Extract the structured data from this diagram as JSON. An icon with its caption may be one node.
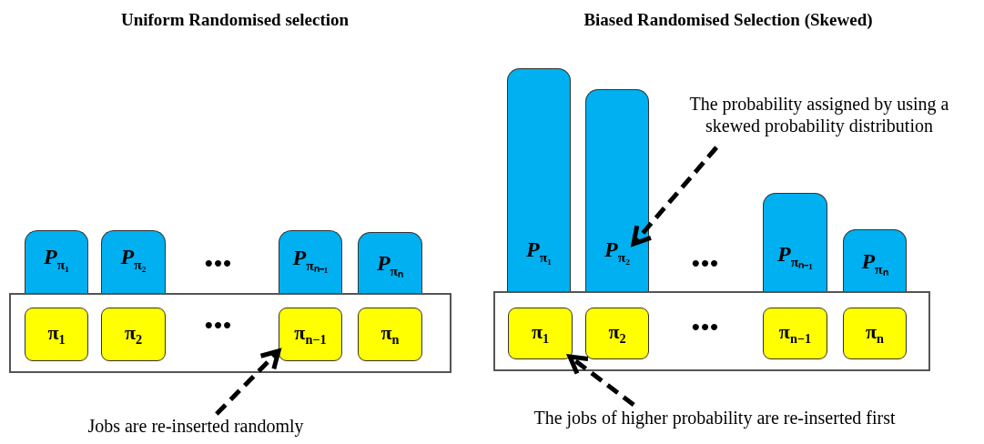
{
  "diagram": {
    "nodes": [
      {
        "text": [],
        "shape": "box"
      },
      {
        "text": [
          "π$_{1}$"
        ],
        "in": 0
      },
      {
        "text": [
          "π$_{2}$"
        ],
        "in": 0
      },
      {
        "text": [
          "π$_{n−1}$"
        ],
        "in": 0
      },
      {
        "text": [
          "π$_{n}$"
        ],
        "in": 0
      },
      {
        "text": [
          "*P*$_{π₁}$"
        ]
      },
      {
        "text": [
          "*P*$_{π₂}$"
        ]
      },
      {
        "text": [
          "*P*$_{πₙ₋₁}$"
        ]
      },
      {
        "text": [
          "*P*$_{πₙ}$"
        ]
      },
      {
        "text": [
          "Jobs are re-inserted randomly"
        ]
      },
      {
        "text": [],
        "shape": "box"
      },
      {
        "text": [
          "π$_{1}$"
        ],
        "in": 10
      },
      {
        "text": [
          "π$_{2}$"
        ],
        "in": 10
      },
      {
        "text": [
          "π$_{n−1}$"
        ],
        "in": 10
      },
      {
        "text": [
          "π$_{n}$"
        ],
        "in": 10
      },
      {
        "text": [
          "*P*$_{π₁}$"
        ]
      },
      {
        "text": [
          "*P*$_{π₂}$"
        ]
      },
      {
        "text": [
          "*P*$_{πₙ₋₁}$"
        ]
      },
      {
        "text": [
          "*P*$_{πₙ}$"
        ]
      },
      {
        "text": [
          "The probability assigned by using a skewed probability distribution"
        ]
      },
      {
        "text": [
          "The jobs of higher probability are re-inserted first"
        ]
      }
    ],
    "edges": [
      {
        "from": 9,
        "to": 3,
        "arrow": "to",
        "style": "dashed"
      },
      {
        "from": 19,
        "to": 16,
        "arrow": "to",
        "style": "dashed"
      },
      {
        "from": 20,
        "to": 11,
        "arrow": "to",
        "style": "dashed"
      }
    ],
    "labels": [
      "Uniform Randomised selection",
      "Biased Randomised Selection (Skewed)",
      "•••",
      "•••",
      "•••",
      "•••"
    ]
  }
}
